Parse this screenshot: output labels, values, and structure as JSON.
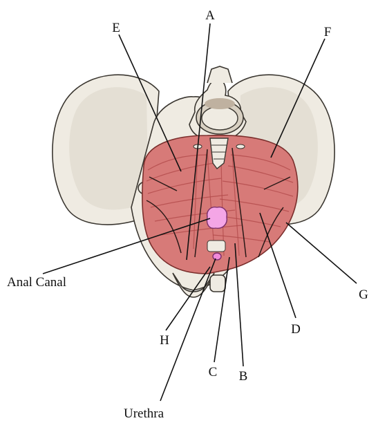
{
  "labels": {
    "a": "A",
    "b": "B",
    "c": "C",
    "d": "D",
    "e": "E",
    "f": "F",
    "g": "G",
    "h": "H",
    "anal_canal": "Anal Canal",
    "urethra": "Urethra"
  },
  "colors": {
    "bone": "#efebe2",
    "muscle": "#d77a78",
    "muscle_fiber": "#b24a4a",
    "anal_canal": "#f4a6e6",
    "urethra": "#f08ad8",
    "outline": "#111111"
  }
}
